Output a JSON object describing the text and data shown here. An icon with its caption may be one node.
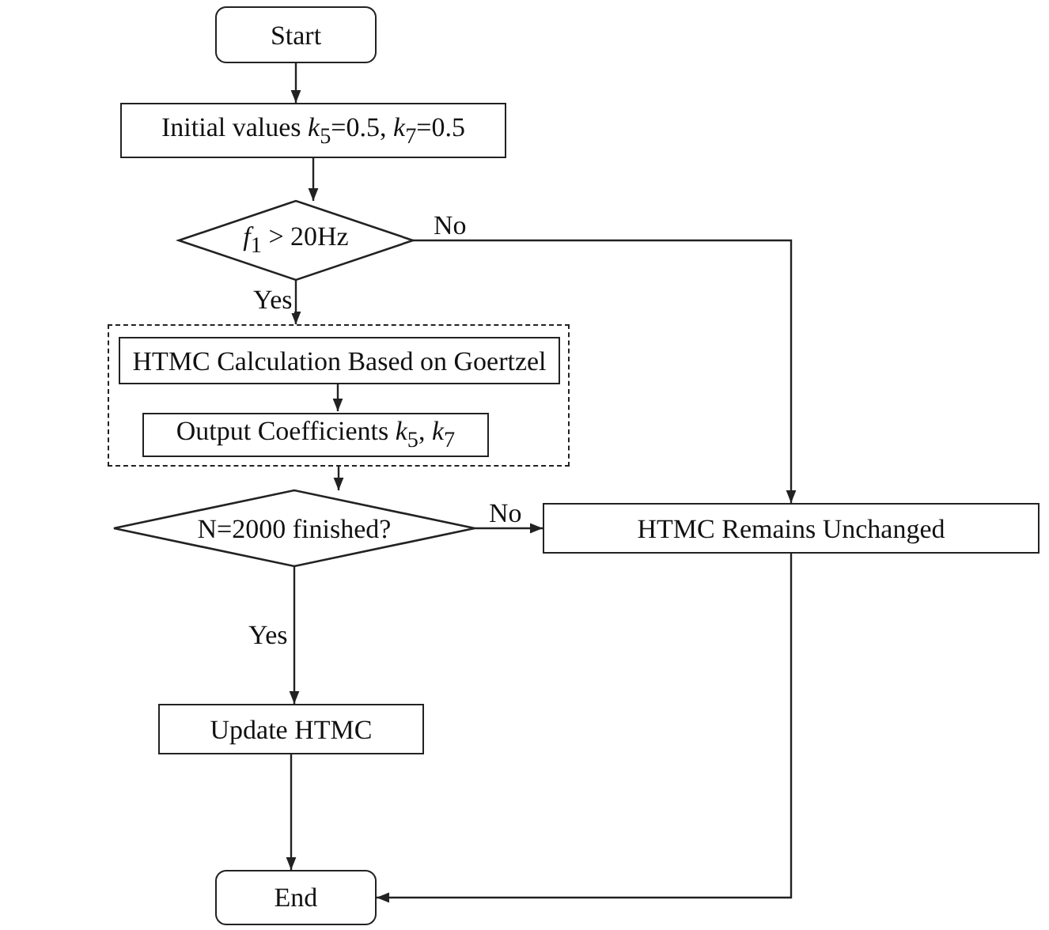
{
  "diagram": {
    "nodes": [
      {
        "text": [
          "Start"
        ]
      },
      {
        "text": [
          "Initial values *k*$_{5}$=0.5, *k*$_{7}$=0.5"
        ]
      },
      {
        "text": [
          "*f*$_{1}$ > 20Hz"
        ]
      },
      {
        "text": [],
        "shape": "box"
      },
      {
        "text": [
          "HTMC Calculation Based on Goertzel"
        ],
        "in": 3
      },
      {
        "text": [
          "Output Coefficients *k*$_{5}$, *k*$_{7}$"
        ],
        "in": 3
      },
      {
        "text": [
          "N=2000 finished?"
        ]
      },
      {
        "text": [
          "HTMC Remains Unchanged"
        ]
      },
      {
        "text": [
          "Update HTMC"
        ]
      },
      {
        "text": [
          "End"
        ]
      }
    ],
    "edges": [
      {
        "from": 0,
        "to": 1,
        "arrow": "to"
      },
      {
        "from": 1,
        "to": 2,
        "arrow": "to"
      },
      {
        "from": 2,
        "to": 3,
        "arrow": "to",
        "label": "Yes"
      },
      {
        "from": 2,
        "to": 7,
        "arrow": "to",
        "label": "No"
      },
      {
        "from": 4,
        "to": 5,
        "arrow": "to"
      },
      {
        "from": 3,
        "to": 6,
        "arrow": "to"
      },
      {
        "from": 6,
        "to": 7,
        "arrow": "to",
        "label": "No"
      },
      {
        "from": 6,
        "to": 8,
        "arrow": "to",
        "label": "Yes"
      },
      {
        "from": 8,
        "to": 9,
        "arrow": "to"
      },
      {
        "from": 7,
        "to": 9,
        "arrow": "to"
      }
    ]
  }
}
